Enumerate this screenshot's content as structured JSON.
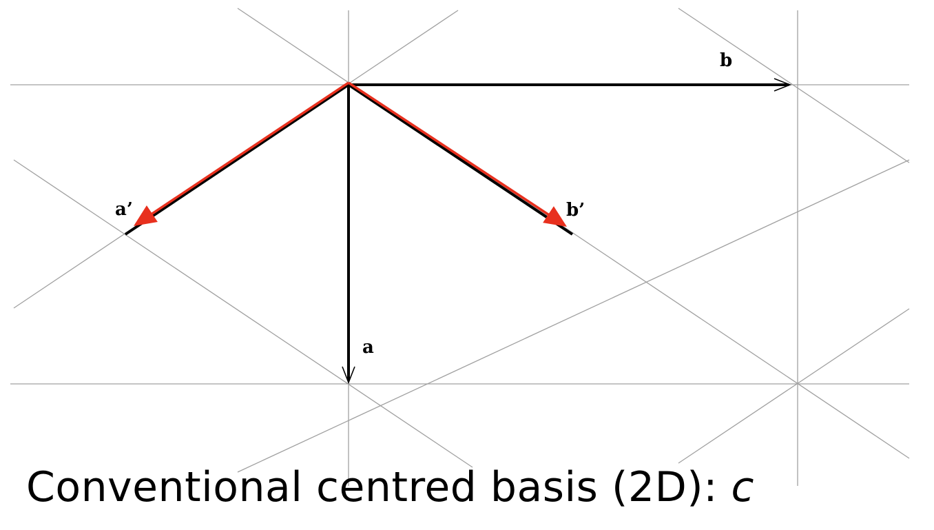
{
  "labels": {
    "b": "b",
    "a_prime": "a’",
    "b_prime": "b’",
    "a": "a"
  },
  "caption": {
    "text": "Conventional centred basis (2D):",
    "trailing": "c"
  },
  "colors": {
    "grid": "#a0a0a0",
    "vector": "#000000",
    "primitive_vector": "#e8301e"
  }
}
